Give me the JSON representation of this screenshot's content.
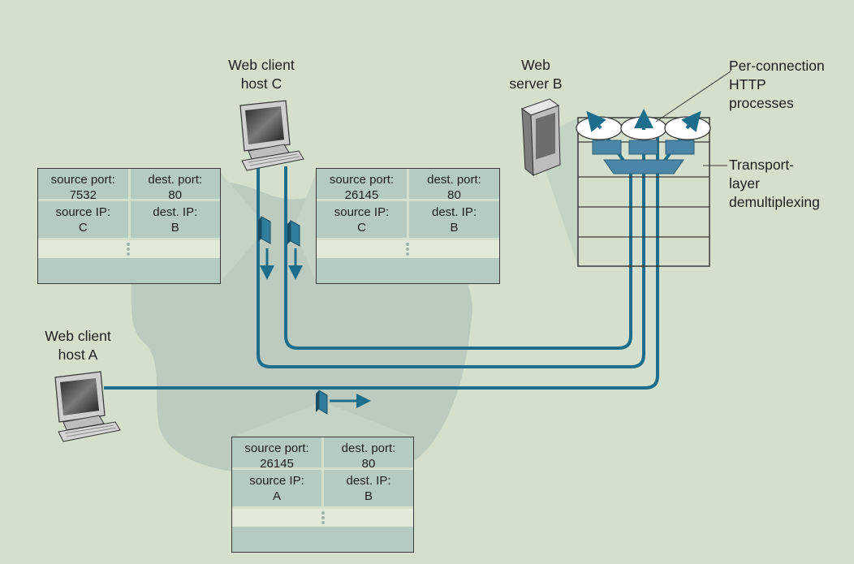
{
  "labels": {
    "client_c_line1": "Web client",
    "client_c_line2": "host C",
    "server_b_line1": "Web",
    "server_b_line2": "server B",
    "client_a_line1": "Web client",
    "client_a_line2": "host A",
    "per_conn_line1": "Per-connection",
    "per_conn_line2": "HTTP",
    "per_conn_line3": "processes",
    "transport_line1": "Transport-",
    "transport_line2": "layer",
    "transport_line3": "demultiplexing"
  },
  "segments": [
    {
      "source_port_label": "source port:",
      "source_port": "7532",
      "dest_port_label": "dest. port:",
      "dest_port": "80",
      "source_ip_label": "source IP:",
      "source_ip": "C",
      "dest_ip_label": "dest. IP:",
      "dest_ip": "B"
    },
    {
      "source_port_label": "source port:",
      "source_port": "26145",
      "dest_port_label": "dest. port:",
      "dest_port": "80",
      "source_ip_label": "source IP:",
      "source_ip": "C",
      "dest_ip_label": "dest. IP:",
      "dest_ip": "B"
    },
    {
      "source_port_label": "source port:",
      "source_port": "26145",
      "dest_port_label": "dest. port:",
      "dest_port": "80",
      "source_ip_label": "source IP:",
      "source_ip": "A",
      "dest_ip_label": "dest. IP:",
      "dest_ip": "B"
    }
  ],
  "colors": {
    "background": "#d4e0cc",
    "cloud": "#bccbbd",
    "link": "#1c6e8c",
    "box": "#b5cbc0"
  }
}
